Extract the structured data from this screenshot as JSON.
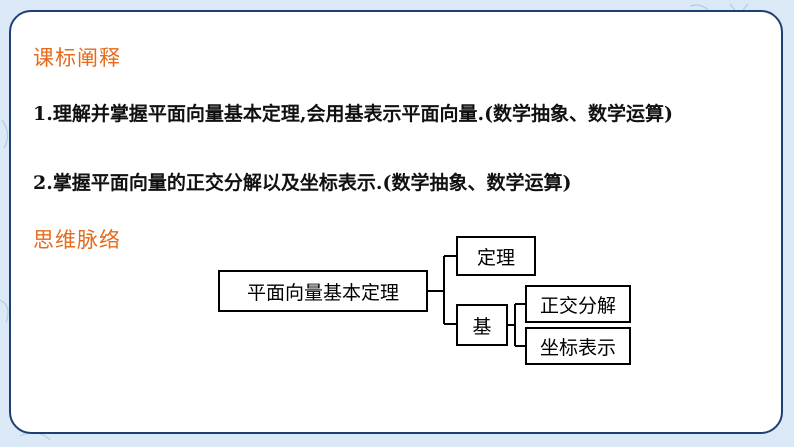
{
  "slide": {
    "section1_title": "课标阐释",
    "item1": "1.理解并掌握平面向量基本定理,会用基表示平面向量.(数学抽象、数学运算)",
    "item2": "2.掌握平面向量的正交分解以及坐标表示.(数学抽象、数学运算)",
    "section2_title": "思维脉络"
  },
  "mindmap": {
    "root": "平面向量基本定理",
    "branch1": "定理",
    "branch2": "基",
    "leaf1": "正交分解",
    "leaf2": "坐标表示"
  },
  "colors": {
    "accent": "#e46b1e",
    "border": "#1f3f73",
    "background": "#dbe8f6"
  }
}
